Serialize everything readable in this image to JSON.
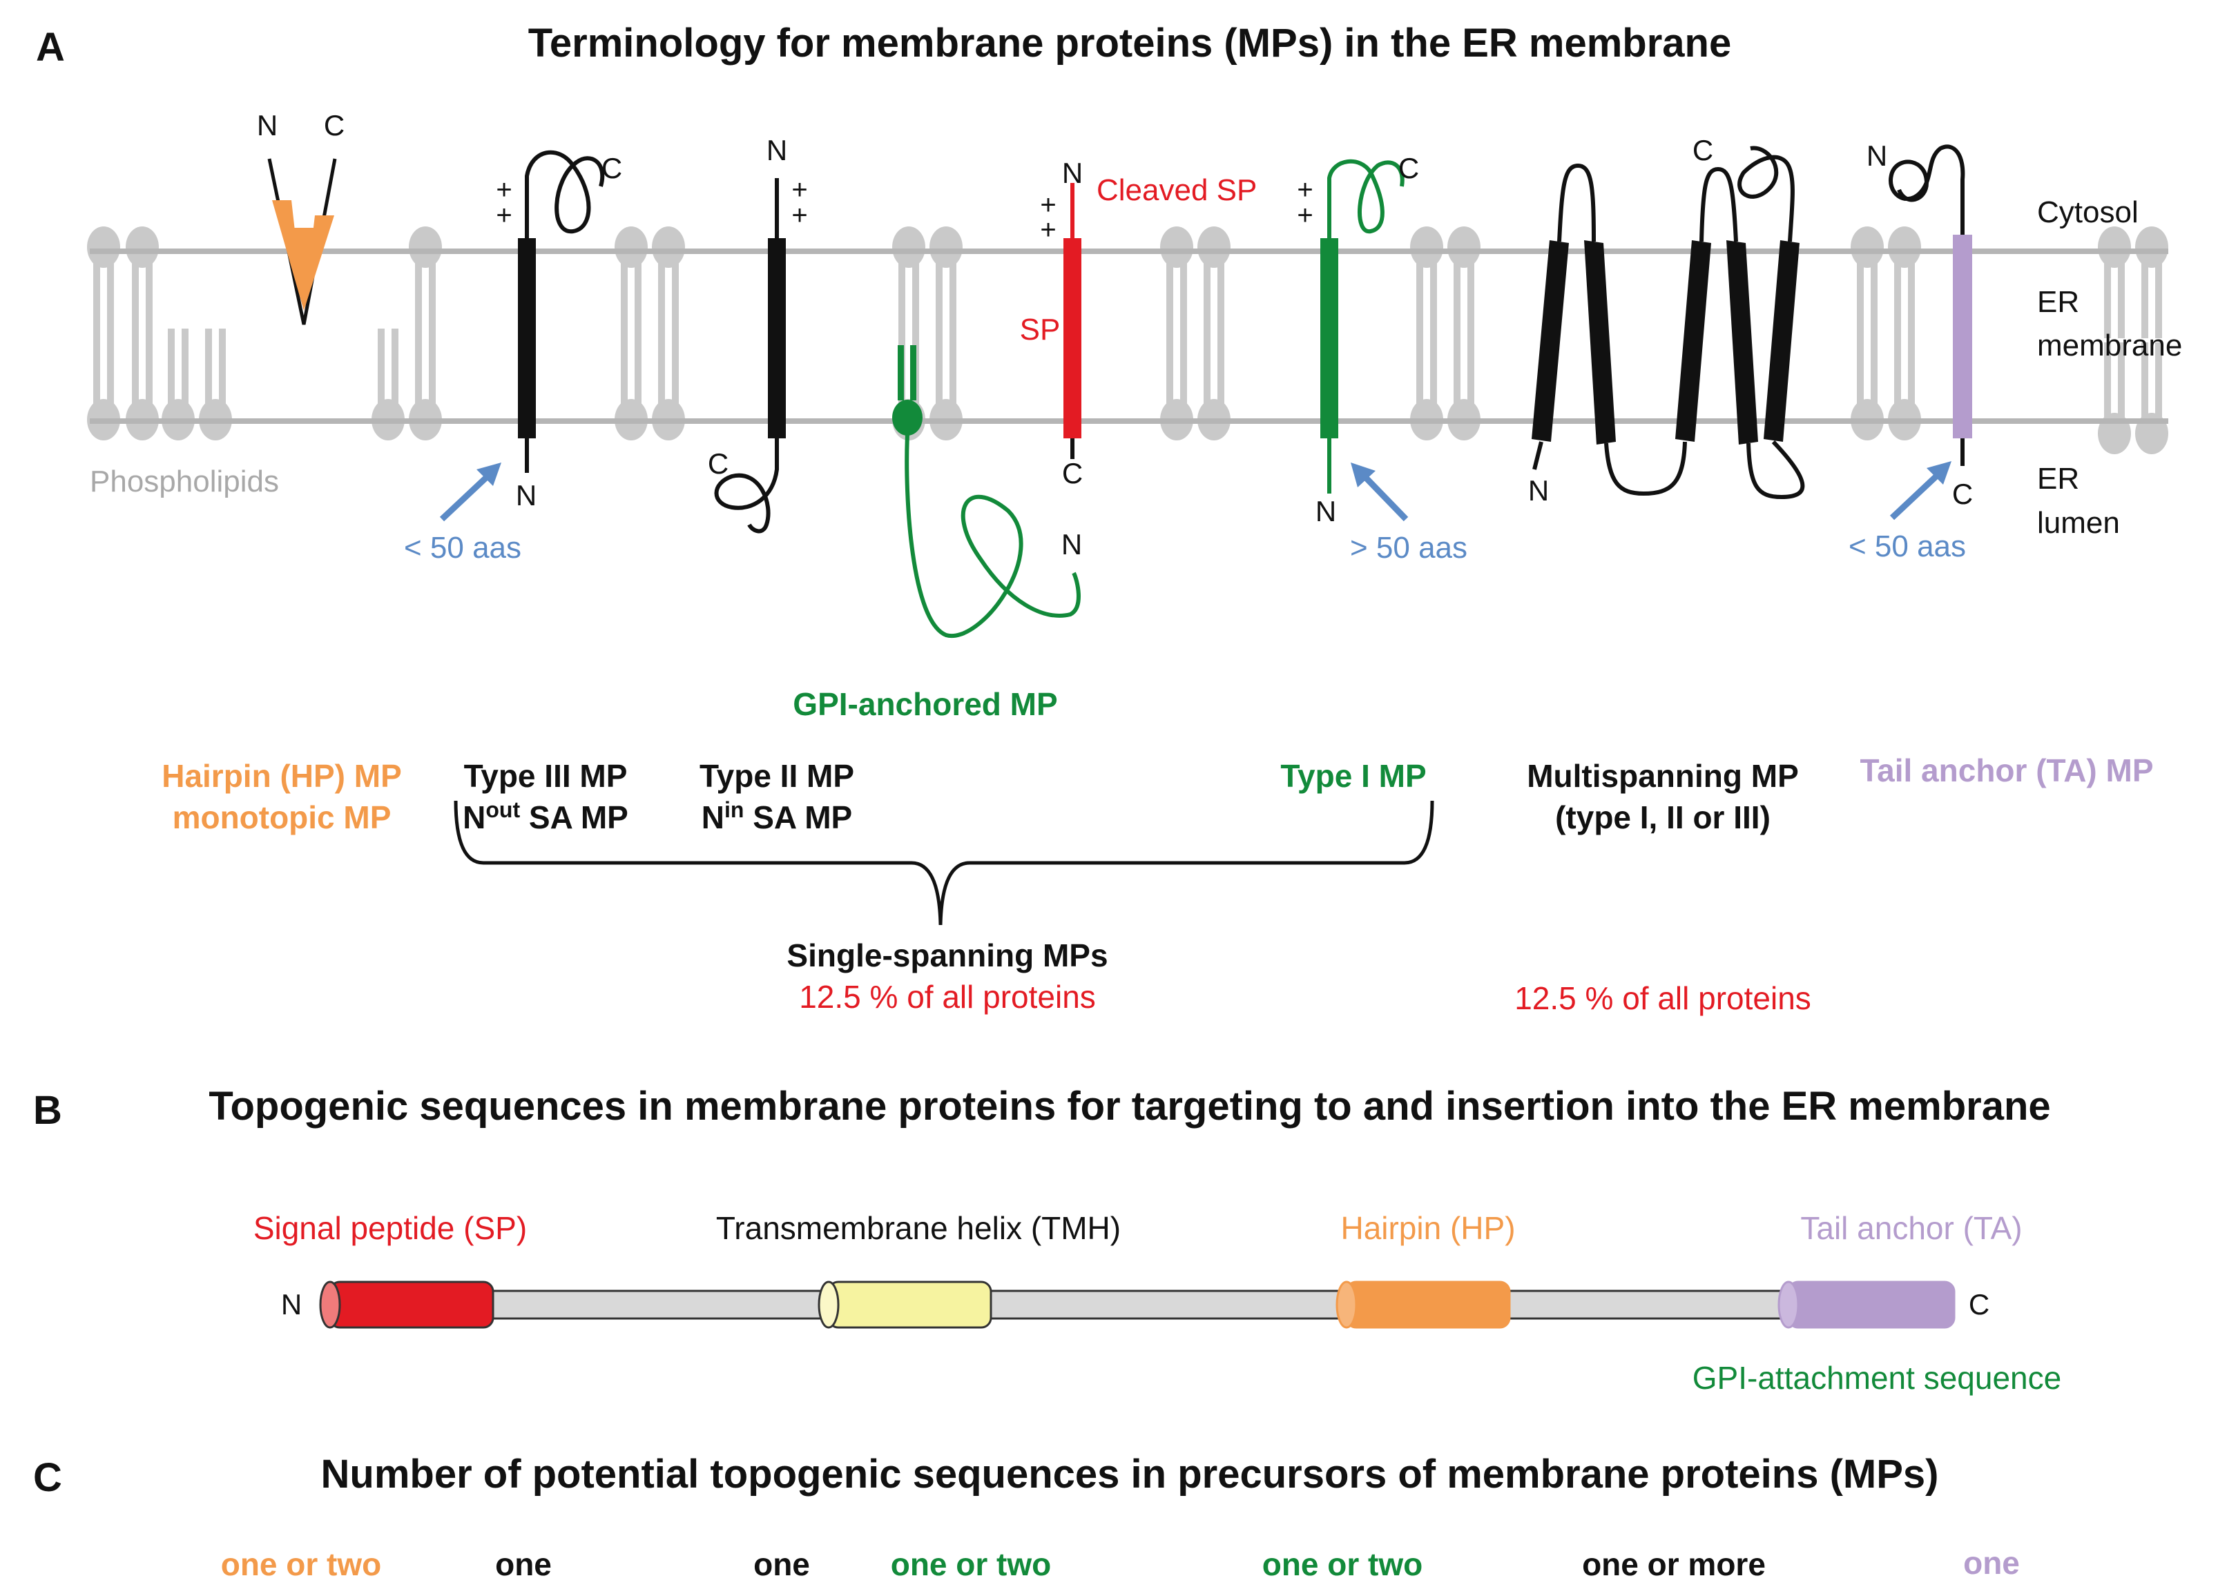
{
  "colors": {
    "black": "#111111",
    "orange": "#f39a4a",
    "green": "#128a3a",
    "red": "#e31b23",
    "lilac": "#b49ccd",
    "blue": "#5b8ac6",
    "gray": "#a8a8a8",
    "yellow": "#f6f3a0"
  },
  "panel_a": {
    "letter": "A",
    "title": "Terminology for membrane proteins (MPs) in the ER membrane",
    "compartments": {
      "cytosol": "Cytosol",
      "er": "ER",
      "membrane": "membrane",
      "er_lumen": "ER",
      "lumen": "lumen"
    },
    "phospholipids": "Phospholipids",
    "termini": {
      "n": "N",
      "c": "C",
      "plus": "+"
    },
    "cleaved_sp": "Cleaved SP",
    "sp": "SP",
    "lt50_a": "< 50 aas",
    "gt50": "> 50 aas",
    "lt50_b": "< 50 aas",
    "gpi": "GPI-anchored MP",
    "hairpin_1": "Hairpin (HP) MP",
    "hairpin_2": "monotopic MP",
    "type3_1": "Type III MP",
    "type3_2a": "N",
    "type3_2sup": "out",
    "type3_2b": " SA MP",
    "type2_1": "Type II MP",
    "type2_2a": "N",
    "type2_2sup": "in",
    "type2_2b": " SA MP",
    "type1": "Type I MP",
    "multi_1": "Multispanning MP",
    "multi_2": "(type I, II or III)",
    "ta": "Tail anchor (TA) MP",
    "single": "Single-spanning MPs",
    "pct_single": "12.5 % of all proteins",
    "pct_multi": "12.5 % of all proteins"
  },
  "panel_b": {
    "letter": "B",
    "title": "Topogenic sequences in membrane proteins for targeting to and insertion into the ER membrane",
    "sp": "Signal peptide (SP)",
    "tmh": "Transmembrane helix (TMH)",
    "hp": "Hairpin (HP)",
    "ta": "Tail anchor (TA)",
    "gpi": "GPI-attachment sequence",
    "n": "N",
    "c": "C"
  },
  "panel_c": {
    "letter": "C",
    "title": "Number of potential topogenic sequences in precursors of membrane proteins (MPs)",
    "counts": [
      "one or two",
      "one",
      "one",
      "one or two",
      "one or two",
      "one or more",
      "one"
    ]
  }
}
